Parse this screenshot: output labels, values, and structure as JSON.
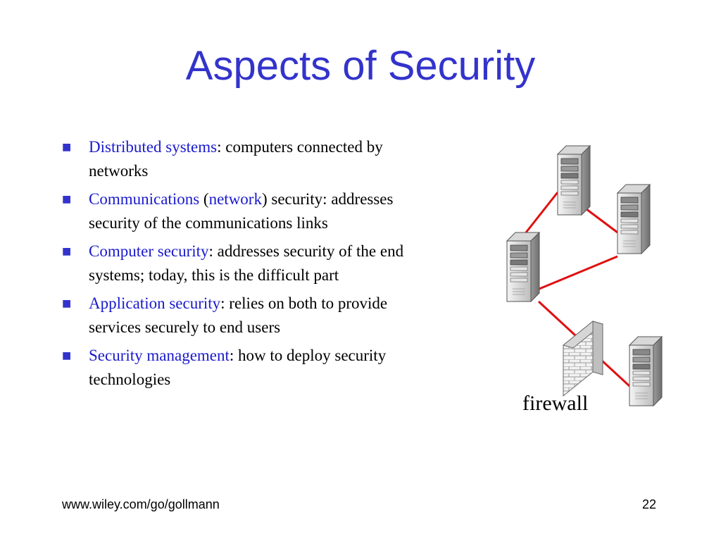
{
  "slide": {
    "title": "Aspects of Security",
    "bullets": [
      {
        "highlight": "Distributed systems",
        "rest": ": computers connected by networks"
      },
      {
        "highlight": "Communications",
        "mid1": " (",
        "highlight2": "network",
        "rest": ") security: addresses security of the communications links"
      },
      {
        "highlight": "Computer security",
        "rest": ": addresses security of the end systems; today, this is the difficult part"
      },
      {
        "highlight": "Application security",
        "rest": ": relies on both to provide services securely to end users"
      },
      {
        "highlight": "Security management",
        "rest": ": how to deploy security technologies"
      }
    ],
    "bullet_marker": "■"
  },
  "diagram": {
    "firewall_label": "firewall",
    "link_color": "#e01010"
  },
  "footer": {
    "url": "www.wiley.com/go/gollmann",
    "page_number": "22"
  },
  "colors": {
    "title": "#3333cc",
    "highlight": "#1a1acc"
  }
}
